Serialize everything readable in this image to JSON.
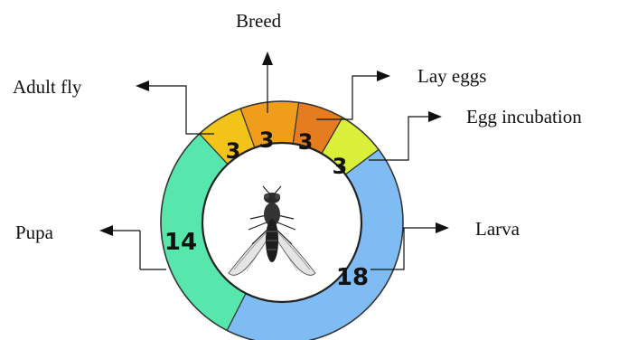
{
  "stages": [
    {
      "key": "adult",
      "label": "Adult fly",
      "value": "3",
      "color": "#f2c318"
    },
    {
      "key": "breed",
      "label": "Breed",
      "value": "3",
      "color": "#ef9d1b"
    },
    {
      "key": "lay",
      "label": "Lay eggs",
      "value": "3",
      "color": "#e57c1f"
    },
    {
      "key": "incubation",
      "label": "Egg incubation",
      "value": "3",
      "color": "#d9ef3a"
    },
    {
      "key": "larva",
      "label": "Larva",
      "value": "18",
      "color": "#7fbcf3"
    },
    {
      "key": "pupa",
      "label": "Pupa",
      "value": "14",
      "color": "#57e6ac"
    }
  ],
  "center_image": "fly-illustration"
}
